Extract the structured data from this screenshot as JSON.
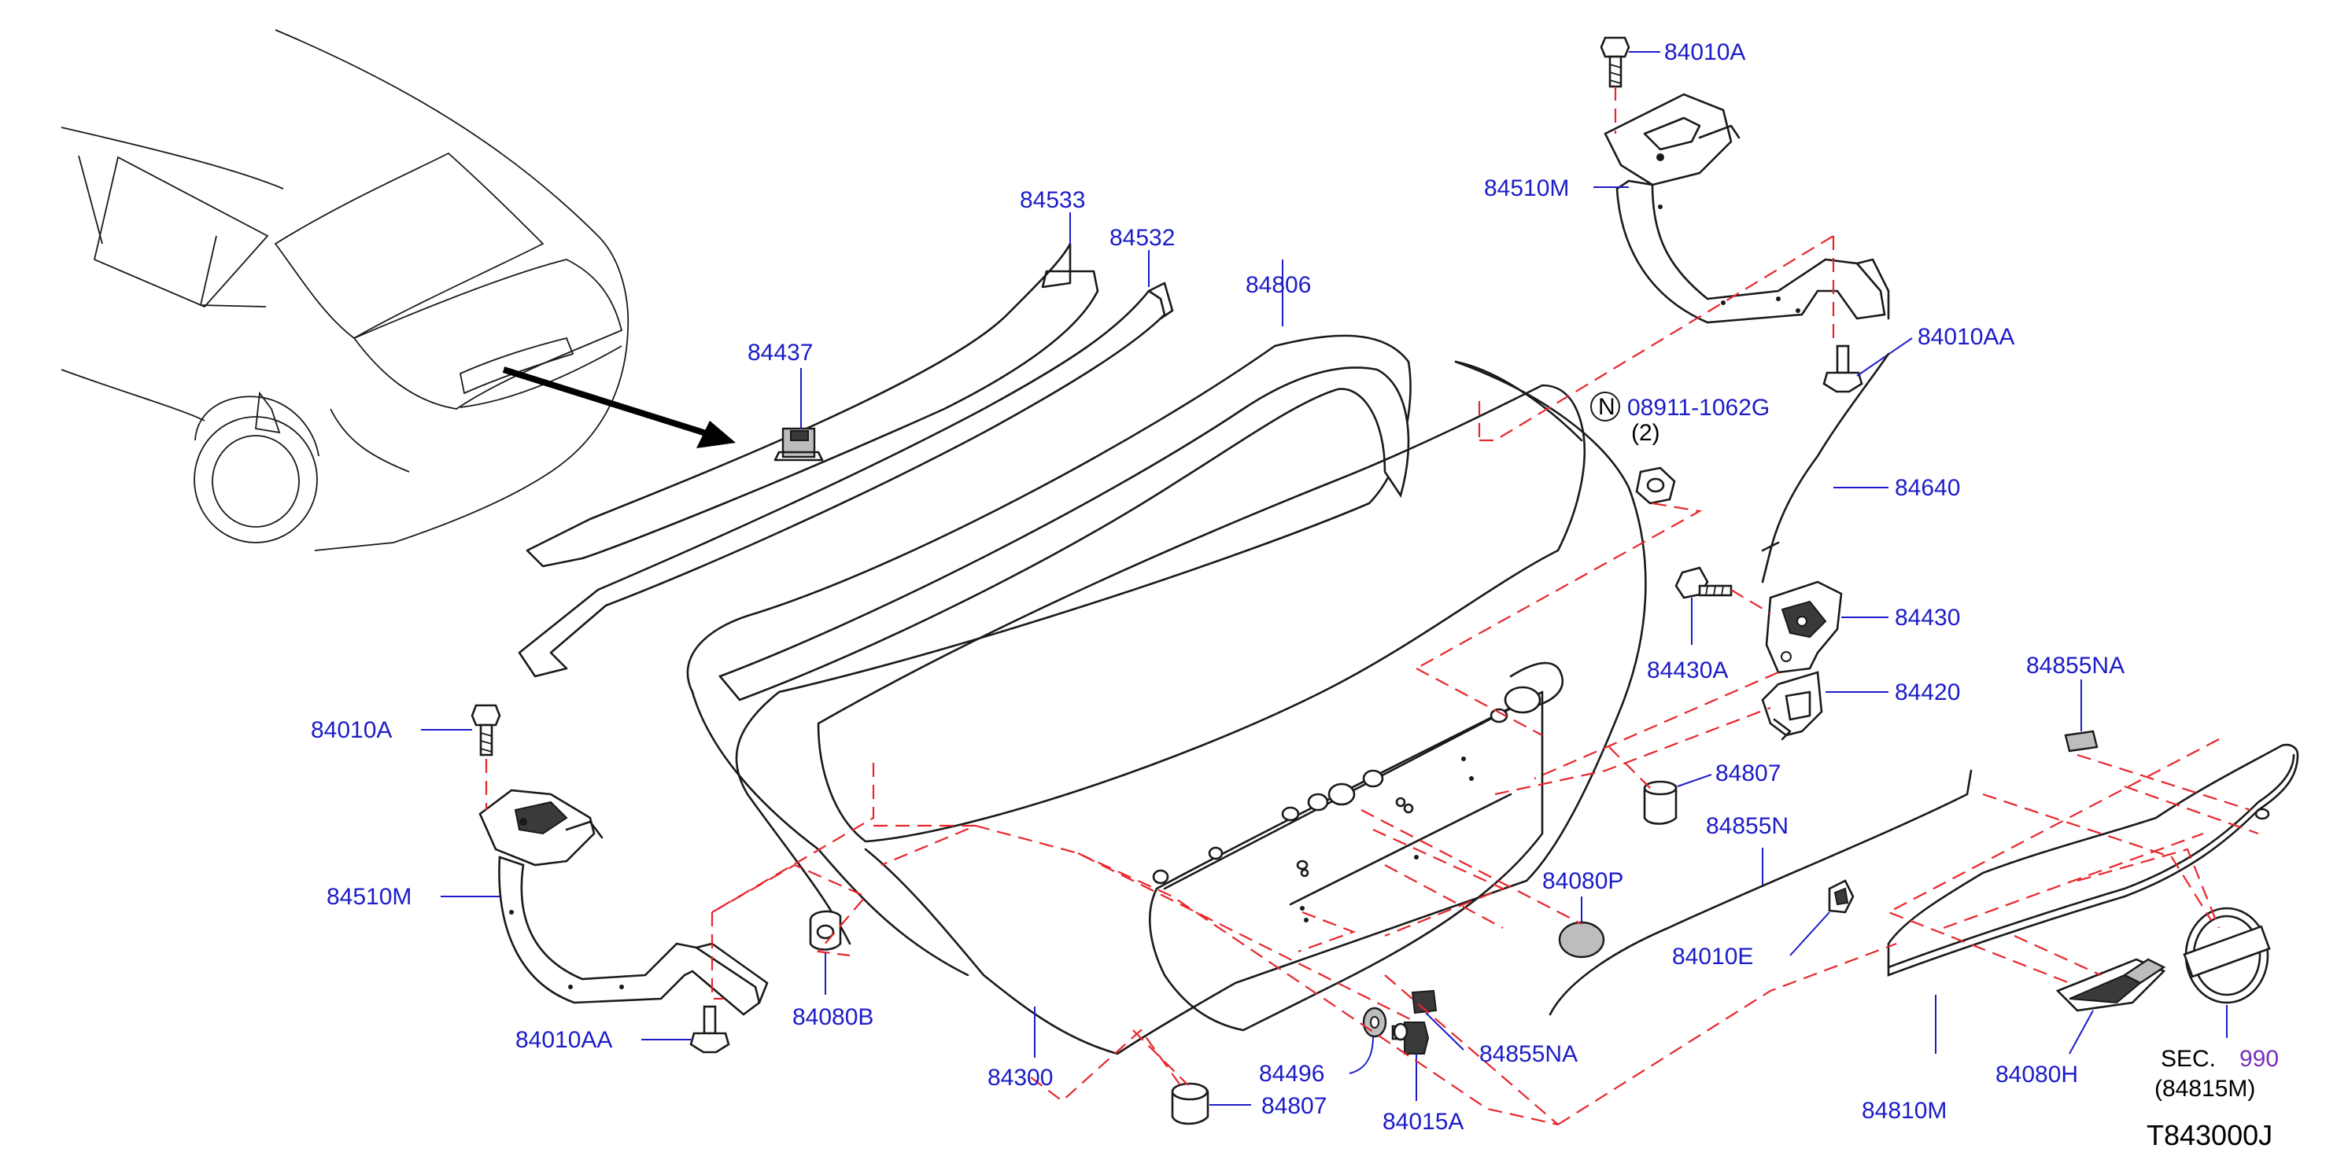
{
  "diagram": {
    "drawing_code": "T843000J",
    "colors": {
      "label": "#1c1cc8",
      "dash": "#e8262b",
      "line": "#1a1a1a",
      "sec_ref": "#7a2fb8"
    },
    "labels": {
      "p84533": "84533",
      "p84532": "84532",
      "p84437": "84437",
      "p84806": "84806",
      "p84010A_top": "84010A",
      "p84510M_top": "84510M",
      "p84010AA_top": "84010AA",
      "nut_ref": "08911-1062G",
      "nut_qty": "(2)",
      "nut_symbol": "N",
      "p84640": "84640",
      "p84430": "84430",
      "p84430A": "84430A",
      "p84420": "84420",
      "p84855NA_right": "84855NA",
      "p84807_mid": "84807",
      "p84855N": "84855N",
      "p84080P": "84080P",
      "p84010E": "84010E",
      "p84010A_left": "84010A",
      "p84510M_left": "84510M",
      "p84010AA_left": "84010AA",
      "p84080B": "84080B",
      "p84300": "84300",
      "p84496": "84496",
      "p84855NA_bottom": "84855NA",
      "p84015A": "84015A",
      "p84807_bottom": "84807",
      "p84810M": "84810M",
      "p84080H": "84080H",
      "sec_label": "SEC.",
      "sec_number": "990",
      "sec_sub": "(84815M)"
    }
  }
}
